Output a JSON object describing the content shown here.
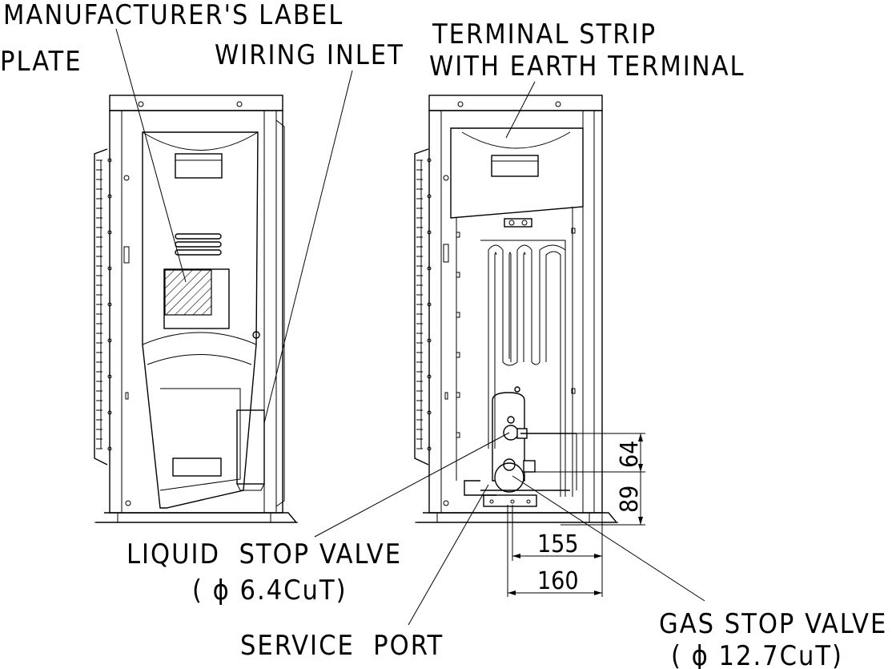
{
  "labels": {
    "manufacturer_label": "MANUFACTURER'S LABEL",
    "plate": "PLATE",
    "wiring_inlet": "WIRING INLET",
    "terminal_strip_line1": "TERMINAL STRIP",
    "terminal_strip_line2": "WITH EARTH TERMINAL",
    "liquid_stop_valve": "LIQUID  STOP VALVE",
    "liquid_size": "( ϕ 6.4CuT)",
    "service_port": "SERVICE  PORT",
    "gas_stop_valve": "GAS STOP VALVE",
    "gas_size": "( ϕ 12.7CuT)"
  },
  "dimensions": {
    "d155": "155",
    "d160": "160",
    "d64": "64",
    "d89": "89"
  }
}
